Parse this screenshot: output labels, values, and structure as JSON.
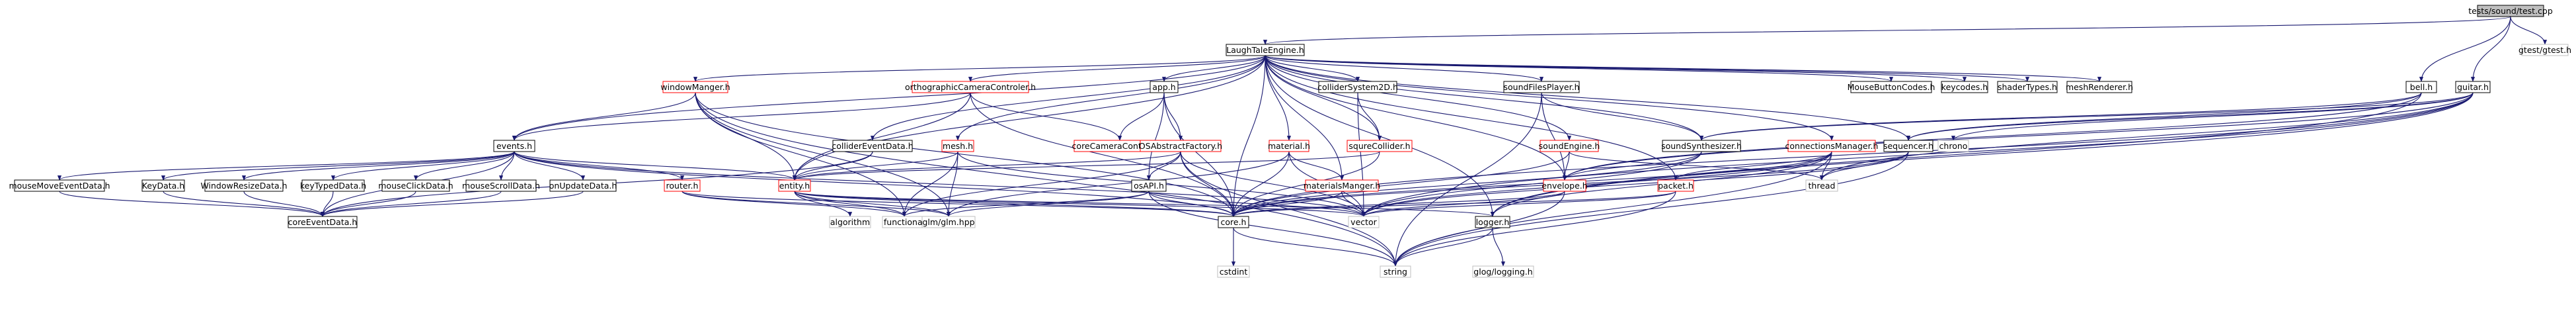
{
  "graph": {
    "root": "tests/sound/test.cpp",
    "nodes": [
      {
        "id": "test_cpp",
        "label": "tests/sound/test.cpp",
        "style": "root"
      },
      {
        "id": "laugh_tale_engine",
        "label": "LaughTaleEngine.h",
        "style": "normal"
      },
      {
        "id": "gtest",
        "label": "gtest/gtest.h",
        "style": "grey"
      },
      {
        "id": "bell",
        "label": "bell.h",
        "style": "normal"
      },
      {
        "id": "guitar",
        "label": "guitar.h",
        "style": "normal"
      },
      {
        "id": "window_manger",
        "label": "windowManger.h",
        "style": "red"
      },
      {
        "id": "ortho_cam",
        "label": "orthographicCameraControler.h",
        "style": "red"
      },
      {
        "id": "app",
        "label": "app.h",
        "style": "normal"
      },
      {
        "id": "collider_2d",
        "label": "colliderSystem2D.h",
        "style": "normal"
      },
      {
        "id": "sound_files_player",
        "label": "soundFilesPlayer.h",
        "style": "normal"
      },
      {
        "id": "mouse_button_codes",
        "label": "MouseButtonCodes.h",
        "style": "normal"
      },
      {
        "id": "keycodes",
        "label": "keycodes.h",
        "style": "normal"
      },
      {
        "id": "shader_types",
        "label": "shaderTypes.h",
        "style": "normal"
      },
      {
        "id": "mesh_renderer",
        "label": "meshRenderer.h",
        "style": "normal"
      },
      {
        "id": "events",
        "label": "events.h",
        "style": "normal"
      },
      {
        "id": "collider_event_data",
        "label": "colliderEventData.h",
        "style": "normal"
      },
      {
        "id": "mesh",
        "label": "mesh.h",
        "style": "red"
      },
      {
        "id": "core_camera",
        "label": "coreCameraControler.h",
        "style": "red"
      },
      {
        "id": "os_abstract_factory",
        "label": "OSAbstractFactory.h",
        "style": "red"
      },
      {
        "id": "material",
        "label": "material.h",
        "style": "red"
      },
      {
        "id": "squre_collider",
        "label": "squreCollider.h",
        "style": "red"
      },
      {
        "id": "sound_engine",
        "label": "soundEngine.h",
        "style": "red"
      },
      {
        "id": "sound_synthesizer",
        "label": "soundSynthesizer.h",
        "style": "normal"
      },
      {
        "id": "connections_manager",
        "label": "connectionsManager.h",
        "style": "red"
      },
      {
        "id": "sequencer",
        "label": "sequencer.h",
        "style": "normal"
      },
      {
        "id": "chrono",
        "label": "chrono",
        "style": "grey"
      },
      {
        "id": "mouse_move",
        "label": "mouseMoveEventData.h",
        "style": "normal"
      },
      {
        "id": "key_data",
        "label": "KeyData.h",
        "style": "normal"
      },
      {
        "id": "window_resize",
        "label": "WindowResizeData.h",
        "style": "normal"
      },
      {
        "id": "key_typed",
        "label": "keyTypedData.h",
        "style": "normal"
      },
      {
        "id": "mouse_click",
        "label": "mouseClickData.h",
        "style": "normal"
      },
      {
        "id": "mouse_scroll",
        "label": "mouseScrollData.h",
        "style": "normal"
      },
      {
        "id": "on_update",
        "label": "onUpdateData.h",
        "style": "normal"
      },
      {
        "id": "router",
        "label": "router.h",
        "style": "red"
      },
      {
        "id": "entity",
        "label": "entity.h",
        "style": "red"
      },
      {
        "id": "os_api",
        "label": "osAPI.h",
        "style": "normal"
      },
      {
        "id": "materials_manger",
        "label": "materialsManger.h",
        "style": "red"
      },
      {
        "id": "envelope",
        "label": "envelope.h",
        "style": "red"
      },
      {
        "id": "packet",
        "label": "packet.h",
        "style": "red"
      },
      {
        "id": "thread",
        "label": "thread",
        "style": "grey"
      },
      {
        "id": "core_event_data",
        "label": "coreEventData.h",
        "style": "normal"
      },
      {
        "id": "algorithm",
        "label": "algorithm",
        "style": "grey"
      },
      {
        "id": "functional",
        "label": "functional",
        "style": "grey"
      },
      {
        "id": "glm",
        "label": "glm/glm.hpp",
        "style": "grey"
      },
      {
        "id": "core",
        "label": "core.h",
        "style": "normal"
      },
      {
        "id": "vector",
        "label": "vector",
        "style": "grey"
      },
      {
        "id": "logger",
        "label": "logger.h",
        "style": "normal"
      },
      {
        "id": "cstdint",
        "label": "cstdint",
        "style": "grey"
      },
      {
        "id": "string",
        "label": "string",
        "style": "grey"
      },
      {
        "id": "glog",
        "label": "glog/logging.h",
        "style": "grey"
      }
    ],
    "edges": [
      [
        "test_cpp",
        "laugh_tale_engine"
      ],
      [
        "test_cpp",
        "gtest"
      ],
      [
        "test_cpp",
        "bell"
      ],
      [
        "test_cpp",
        "guitar"
      ],
      [
        "laugh_tale_engine",
        "window_manger"
      ],
      [
        "laugh_tale_engine",
        "ortho_cam"
      ],
      [
        "laugh_tale_engine",
        "app"
      ],
      [
        "laugh_tale_engine",
        "collider_2d"
      ],
      [
        "laugh_tale_engine",
        "sound_files_player"
      ],
      [
        "laugh_tale_engine",
        "mouse_button_codes"
      ],
      [
        "laugh_tale_engine",
        "keycodes"
      ],
      [
        "laugh_tale_engine",
        "shader_types"
      ],
      [
        "laugh_tale_engine",
        "mesh_renderer"
      ],
      [
        "laugh_tale_engine",
        "events"
      ],
      [
        "laugh_tale_engine",
        "collider_event_data"
      ],
      [
        "laugh_tale_engine",
        "mesh"
      ],
      [
        "laugh_tale_engine",
        "material"
      ],
      [
        "laugh_tale_engine",
        "squre_collider"
      ],
      [
        "laugh_tale_engine",
        "sound_engine"
      ],
      [
        "laugh_tale_engine",
        "connections_manager"
      ],
      [
        "laugh_tale_engine",
        "entity"
      ],
      [
        "laugh_tale_engine",
        "materials_manger"
      ],
      [
        "laugh_tale_engine",
        "core"
      ],
      [
        "laugh_tale_engine",
        "logger"
      ],
      [
        "laugh_tale_engine",
        "packet"
      ],
      [
        "laugh_tale_engine",
        "sound_synthesizer"
      ],
      [
        "laugh_tale_engine",
        "sequencer"
      ],
      [
        "laugh_tale_engine",
        "envelope"
      ],
      [
        "bell",
        "sound_synthesizer"
      ],
      [
        "bell",
        "sequencer"
      ],
      [
        "bell",
        "envelope"
      ],
      [
        "bell",
        "logger"
      ],
      [
        "guitar",
        "sound_synthesizer"
      ],
      [
        "guitar",
        "sequencer"
      ],
      [
        "guitar",
        "chrono"
      ],
      [
        "guitar",
        "envelope"
      ],
      [
        "guitar",
        "logger"
      ],
      [
        "guitar",
        "core"
      ],
      [
        "guitar",
        "vector"
      ],
      [
        "guitar",
        "thread"
      ],
      [
        "window_manger",
        "events"
      ],
      [
        "window_manger",
        "entity"
      ],
      [
        "window_manger",
        "core"
      ],
      [
        "window_manger",
        "functional"
      ],
      [
        "window_manger",
        "string"
      ],
      [
        "window_manger",
        "glm"
      ],
      [
        "ortho_cam",
        "events"
      ],
      [
        "ortho_cam",
        "core_camera"
      ],
      [
        "ortho_cam",
        "entity"
      ],
      [
        "ortho_cam",
        "core"
      ],
      [
        "app",
        "core_camera"
      ],
      [
        "app",
        "os_abstract_factory"
      ],
      [
        "app",
        "core"
      ],
      [
        "app",
        "os_api"
      ],
      [
        "collider_2d",
        "squre_collider"
      ],
      [
        "collider_2d",
        "vector"
      ],
      [
        "sound_files_player",
        "sound_synthesizer"
      ],
      [
        "sound_files_player",
        "envelope"
      ],
      [
        "sound_files_player",
        "string"
      ],
      [
        "events",
        "mouse_move"
      ],
      [
        "events",
        "key_data"
      ],
      [
        "events",
        "window_resize"
      ],
      [
        "events",
        "key_typed"
      ],
      [
        "events",
        "mouse_click"
      ],
      [
        "events",
        "mouse_scroll"
      ],
      [
        "events",
        "on_update"
      ],
      [
        "events",
        "router"
      ],
      [
        "events",
        "entity"
      ],
      [
        "events",
        "core_event_data"
      ],
      [
        "events",
        "core"
      ],
      [
        "events",
        "vector"
      ],
      [
        "collider_event_data",
        "entity"
      ],
      [
        "collider_event_data",
        "core_event_data"
      ],
      [
        "mesh",
        "entity"
      ],
      [
        "mesh",
        "functional"
      ],
      [
        "mesh",
        "glm"
      ],
      [
        "mesh",
        "vector"
      ],
      [
        "os_abstract_factory",
        "os_api"
      ],
      [
        "os_abstract_factory",
        "entity"
      ],
      [
        "os_abstract_factory",
        "core"
      ],
      [
        "os_abstract_factory",
        "functional"
      ],
      [
        "os_abstract_factory",
        "vector"
      ],
      [
        "os_abstract_factory",
        "string"
      ],
      [
        "material",
        "materials_manger"
      ],
      [
        "material",
        "core"
      ],
      [
        "material",
        "vector"
      ],
      [
        "material",
        "glm"
      ],
      [
        "squre_collider",
        "entity"
      ],
      [
        "squre_collider",
        "core"
      ],
      [
        "sound_engine",
        "envelope"
      ],
      [
        "sound_engine",
        "core"
      ],
      [
        "sound_engine",
        "thread"
      ],
      [
        "sound_synthesizer",
        "envelope"
      ],
      [
        "sound_synthesizer",
        "core"
      ],
      [
        "sound_synthesizer",
        "vector"
      ],
      [
        "connections_manager",
        "packet"
      ],
      [
        "connections_manager",
        "core"
      ],
      [
        "connections_manager",
        "thread"
      ],
      [
        "connections_manager",
        "vector"
      ],
      [
        "connections_manager",
        "string"
      ],
      [
        "connections_manager",
        "logger"
      ],
      [
        "sequencer",
        "thread"
      ],
      [
        "sequencer",
        "vector"
      ],
      [
        "sequencer",
        "string"
      ],
      [
        "sequencer",
        "core"
      ],
      [
        "mouse_move",
        "core_event_data"
      ],
      [
        "key_data",
        "core_event_data"
      ],
      [
        "window_resize",
        "core_event_data"
      ],
      [
        "key_typed",
        "core_event_data"
      ],
      [
        "mouse_click",
        "core_event_data"
      ],
      [
        "mouse_scroll",
        "core_event_data"
      ],
      [
        "on_update",
        "core_event_data"
      ],
      [
        "router",
        "functional"
      ],
      [
        "router",
        "core"
      ],
      [
        "router",
        "glm"
      ],
      [
        "entity",
        "algorithm"
      ],
      [
        "entity",
        "functional"
      ],
      [
        "entity",
        "glm"
      ],
      [
        "entity",
        "core"
      ],
      [
        "entity",
        "vector"
      ],
      [
        "entity",
        "logger"
      ],
      [
        "os_api",
        "core"
      ],
      [
        "os_api",
        "functional"
      ],
      [
        "os_api",
        "glm"
      ],
      [
        "os_api",
        "vector"
      ],
      [
        "os_api",
        "string"
      ],
      [
        "materials_manger",
        "core"
      ],
      [
        "materials_manger",
        "vector"
      ],
      [
        "envelope",
        "core"
      ],
      [
        "envelope",
        "vector"
      ],
      [
        "envelope",
        "string"
      ],
      [
        "packet",
        "core"
      ],
      [
        "packet",
        "vector"
      ],
      [
        "packet",
        "string"
      ],
      [
        "core",
        "cstdint"
      ],
      [
        "core",
        "string"
      ],
      [
        "logger",
        "string"
      ],
      [
        "logger",
        "glog"
      ]
    ]
  }
}
